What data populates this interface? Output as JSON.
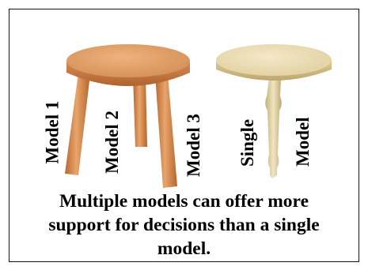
{
  "labels": {
    "model_1": "Model 1",
    "model_2": "Model 2",
    "model_3": "Model 3",
    "single": "Single",
    "model": "Model"
  },
  "caption": {
    "line1": "Multiple models can offer more",
    "line2": "support for decisions than a single",
    "line3": "model."
  },
  "colors": {
    "three_leg_wood": "#d98d55",
    "single_wood": "#e6d6a8",
    "border": "#111111"
  }
}
